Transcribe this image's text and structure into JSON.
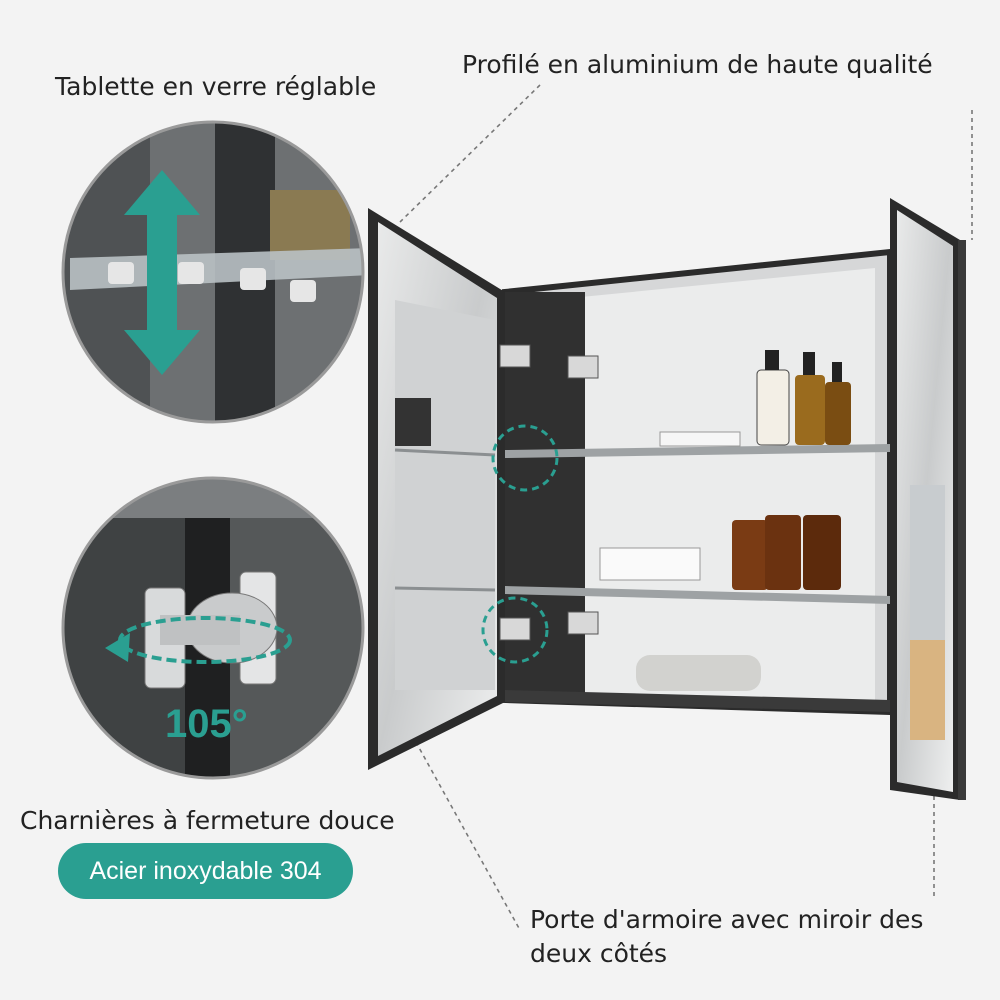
{
  "labels": {
    "shelf": "Tablette en verre réglable",
    "profile": "Profilé en aluminium de haute qualité",
    "hinges": "Charnières à fermeture douce",
    "steel_badge": "Acier inoxydable 304",
    "door": "Porte d'armoire avec miroir des deux côtés",
    "angle": "105°"
  },
  "colors": {
    "accent": "#2a9f91",
    "frame": "#2b2b2b",
    "background": "#f3f3f3"
  },
  "icons": {
    "shelf_arrow": "vertical-double-arrow-icon",
    "hinge_arrow": "rotate-arrow-icon"
  }
}
